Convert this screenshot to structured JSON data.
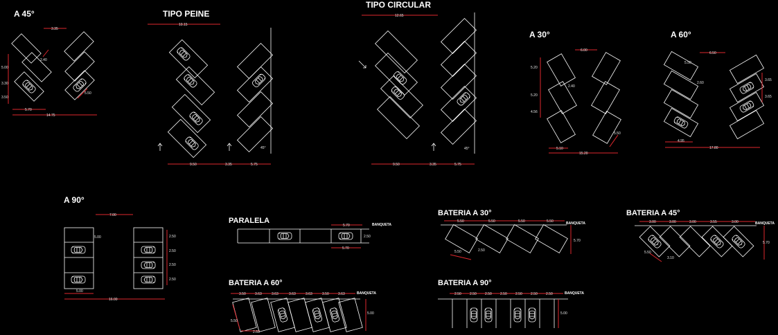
{
  "titles": {
    "a45": "A 45°",
    "peine": "TIPO PEINE",
    "circular": "TIPO CIRCULAR",
    "a30": "A  30°",
    "a60": "A  60°",
    "a90": "A 90°",
    "paralela": "PARALELA",
    "bat60": "BATERIA A 60°",
    "bat30": "BATERIA A 30°",
    "bat90": "BATERIA A 90°",
    "bat45": "BATERIA A 45°"
  },
  "labels": {
    "banqueta": "BANQUETA",
    "angle45": "45°"
  },
  "dims": {
    "a45_top": "3.35",
    "a45_diag": "2.40",
    "a45_diag2": "5.50",
    "a45_l1": "5.00",
    "a45_l2": "3.30",
    "a45_l3": "3.50",
    "a45_b1": "5.70",
    "a45_b2": "14.75",
    "peine_top": "10.15",
    "peine_b1": "9.50",
    "peine_b2": "3.35",
    "peine_b3": "5.75",
    "circ_top": "12.65",
    "circ_b1": "9.50",
    "circ_b2": "3.35",
    "circ_b3": "5.75",
    "a30_top": "6.00",
    "a30_l1": "5.20",
    "a30_l2": "5.20",
    "a30_l3": "4.56",
    "a30_d": "2.40",
    "a30_d2": "5.50",
    "a30_b1": "5.10",
    "a30_b2": "15.20",
    "a60_top": "6.50",
    "a60_d": "2.60",
    "a60_d2": "5.50",
    "a60_r1": "3.65",
    "a60_r2": "3.65",
    "a60_b1": "4.95",
    "a60_b2": "17.80",
    "a90_top": "7.00",
    "a90_l": "5.00",
    "a90_r1": "2.50",
    "a90_r2": "2.50",
    "a90_r3": "2.50",
    "a90_r4": "2.50",
    "a90_b1": "5.00",
    "a90_b2": "16.00",
    "par_top": "5.70",
    "par_side": "2.50",
    "par_b": "5.70",
    "b60_1": "3.50",
    "b60_2": "3.63",
    "b60_3": "3.63",
    "b60_4": "3.63",
    "b60_5": "3.63",
    "b60_6": "3.50",
    "b60_7": "3.63",
    "b60_h": "5.00",
    "b60_l": "5.50",
    "b60_b": "2.60",
    "b30_1": "5.50",
    "b30_2": "5.50",
    "b30_3": "5.50",
    "b30_4": "5.50",
    "b30_h": "5.70",
    "b30_d1": "5.50",
    "b30_d2": "2.50",
    "b90_1": "2.50",
    "b90_2": "2.50",
    "b90_3": "2.50",
    "b90_4": "2.50",
    "b90_5": "2.50",
    "b90_6": "2.50",
    "b90_7": "2.50",
    "b90_h": "5.00",
    "b45_1": "3.00",
    "b45_2": "3.00",
    "b45_3": "3.00",
    "b45_4": "3.55",
    "b45_5": "3.00",
    "b45_h": "5.70",
    "b45_d1": "5.50",
    "b45_d2": "3.10"
  }
}
